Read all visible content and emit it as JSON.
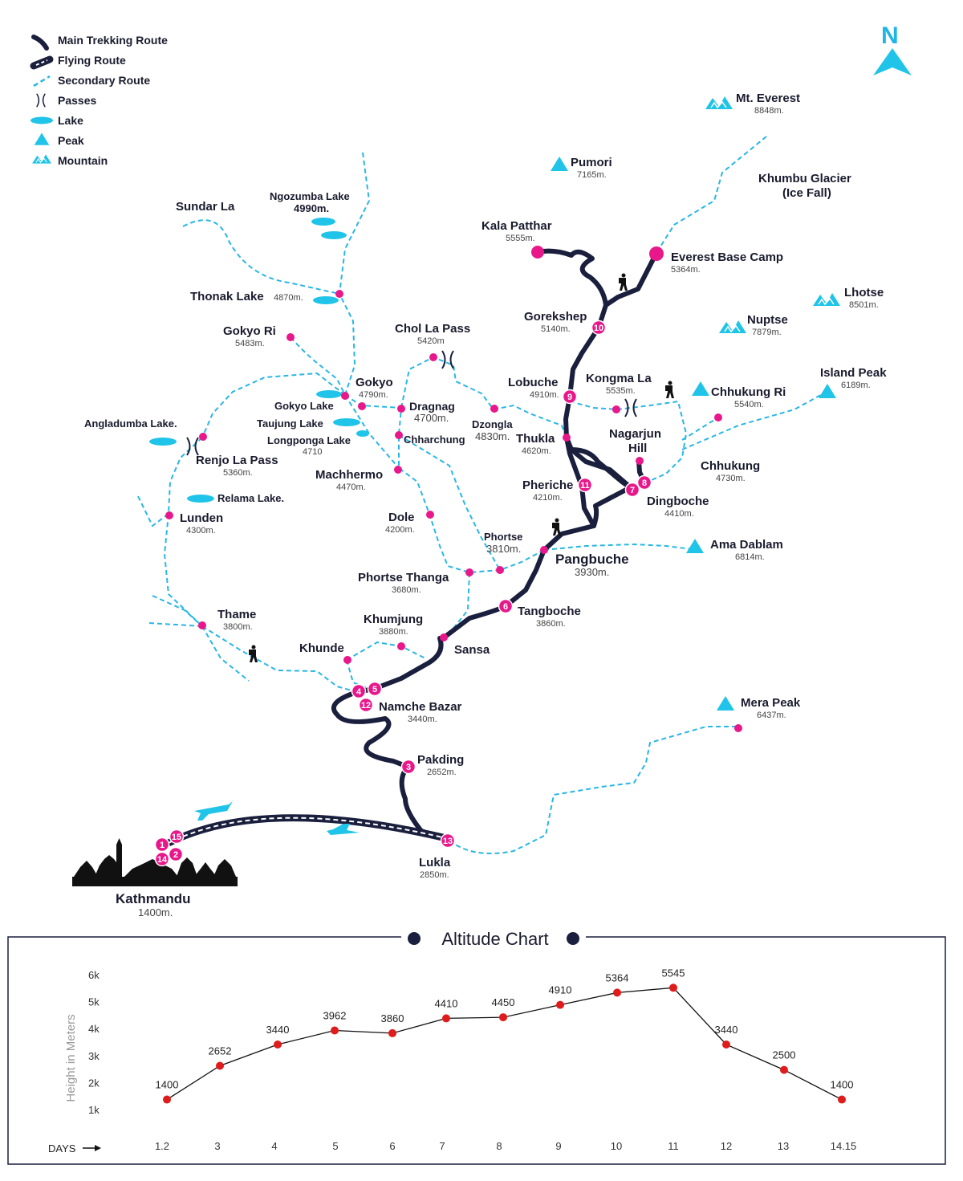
{
  "north_label": "N",
  "legend": [
    {
      "label": "Main Trekking Route",
      "icon": "main-route-icon"
    },
    {
      "label": "Flying Route",
      "icon": "flying-route-icon"
    },
    {
      "label": "Secondary Route",
      "icon": "secondary-route-icon"
    },
    {
      "label": "Passes",
      "icon": "pass-icon"
    },
    {
      "label": "Lake",
      "icon": "lake-icon"
    },
    {
      "label": "Peak",
      "icon": "peak-icon"
    },
    {
      "label": "Mountain",
      "icon": "mountain-icon"
    }
  ],
  "colors": {
    "route": "#1a1f3d",
    "secondary": "#29b6e4",
    "marker": "#e8178a",
    "peak": "#1fc4e8",
    "chart_point": "#e01b1b"
  },
  "places": [
    {
      "name": "Mt. Everest",
      "alt": "8848m."
    },
    {
      "name": "Pumori",
      "alt": "7165m."
    },
    {
      "name": "Khumbu Glacier",
      "alt": "(Ice Fall)"
    },
    {
      "name": "Kala Patthar",
      "alt": "5555m."
    },
    {
      "name": "Everest Base Camp",
      "alt": "5364m."
    },
    {
      "name": "Lhotse",
      "alt": "8501m."
    },
    {
      "name": "Nuptse",
      "alt": "7879m."
    },
    {
      "name": "Gorekshep",
      "alt": "5140m."
    },
    {
      "name": "Sundar La",
      "alt": ""
    },
    {
      "name": "Ngozumba Lake",
      "alt": "4990m."
    },
    {
      "name": "Thonak Lake",
      "alt": "4870m."
    },
    {
      "name": "Gokyo Ri",
      "alt": "5483m."
    },
    {
      "name": "Chol La Pass",
      "alt": "5420m"
    },
    {
      "name": "Gokyo",
      "alt": "4790m."
    },
    {
      "name": "Gokyo Lake",
      "alt": ""
    },
    {
      "name": "Dragnag",
      "alt": "4700m."
    },
    {
      "name": "Lobuche",
      "alt": "4910m."
    },
    {
      "name": "Kongma La",
      "alt": "5535m."
    },
    {
      "name": "Chhukung Ri",
      "alt": "5540m."
    },
    {
      "name": "Island Peak",
      "alt": "6189m."
    },
    {
      "name": "Angladumba Lake.",
      "alt": ""
    },
    {
      "name": "Taujung Lake",
      "alt": ""
    },
    {
      "name": "Longponga Lake",
      "alt": "4710"
    },
    {
      "name": "Chharchung",
      "alt": ""
    },
    {
      "name": "Dzongla",
      "alt": "4830m."
    },
    {
      "name": "Thukla",
      "alt": "4620m."
    },
    {
      "name": "Nagarjun",
      "alt": "Hill"
    },
    {
      "name": "Renjo La Pass",
      "alt": "5360m."
    },
    {
      "name": "Chhukung",
      "alt": "4730m."
    },
    {
      "name": "Machhermo",
      "alt": "4470m."
    },
    {
      "name": "Relama Lake.",
      "alt": ""
    },
    {
      "name": "Pheriche",
      "alt": "4210m."
    },
    {
      "name": "Dingboche",
      "alt": "4410m."
    },
    {
      "name": "Lunden",
      "alt": "4300m."
    },
    {
      "name": "Dole",
      "alt": "4200m."
    },
    {
      "name": "Phortse",
      "alt": "3810m."
    },
    {
      "name": "Ama Dablam",
      "alt": "6814m."
    },
    {
      "name": "Pangbuche",
      "alt": "3930m."
    },
    {
      "name": "Phortse Thanga",
      "alt": "3680m."
    },
    {
      "name": "Tangboche",
      "alt": "3860m."
    },
    {
      "name": "Thame",
      "alt": "3800m."
    },
    {
      "name": "Khumjung",
      "alt": "3880m."
    },
    {
      "name": "Khunde",
      "alt": ""
    },
    {
      "name": "Sansa",
      "alt": ""
    },
    {
      "name": "Namche Bazar",
      "alt": "3440m."
    },
    {
      "name": "Mera Peak",
      "alt": "6437m."
    },
    {
      "name": "Pakding",
      "alt": "2652m."
    },
    {
      "name": "Lukla",
      "alt": "2850m."
    },
    {
      "name": "Kathmandu",
      "alt": "1400m."
    }
  ],
  "day_markers": [
    "1",
    "2",
    "3",
    "4",
    "5",
    "6",
    "7",
    "8",
    "9",
    "10",
    "11",
    "12",
    "13",
    "14",
    "15"
  ],
  "chart_data": {
    "type": "line",
    "title": "Altitude Chart",
    "xlabel": "DAYS",
    "ylabel": "Height in Meters",
    "categories": [
      "1.2",
      "3",
      "4",
      "5",
      "6",
      "7",
      "8",
      "9",
      "10",
      "11",
      "12",
      "13",
      "14.15"
    ],
    "values": [
      1400,
      2652,
      3440,
      3962,
      3860,
      4410,
      4450,
      4910,
      5364,
      5545,
      3440,
      2500,
      1400
    ],
    "y_ticks": [
      "1k",
      "2k",
      "3k",
      "4k",
      "5k",
      "6k"
    ],
    "ylim": [
      1000,
      6000
    ],
    "grid": false
  }
}
